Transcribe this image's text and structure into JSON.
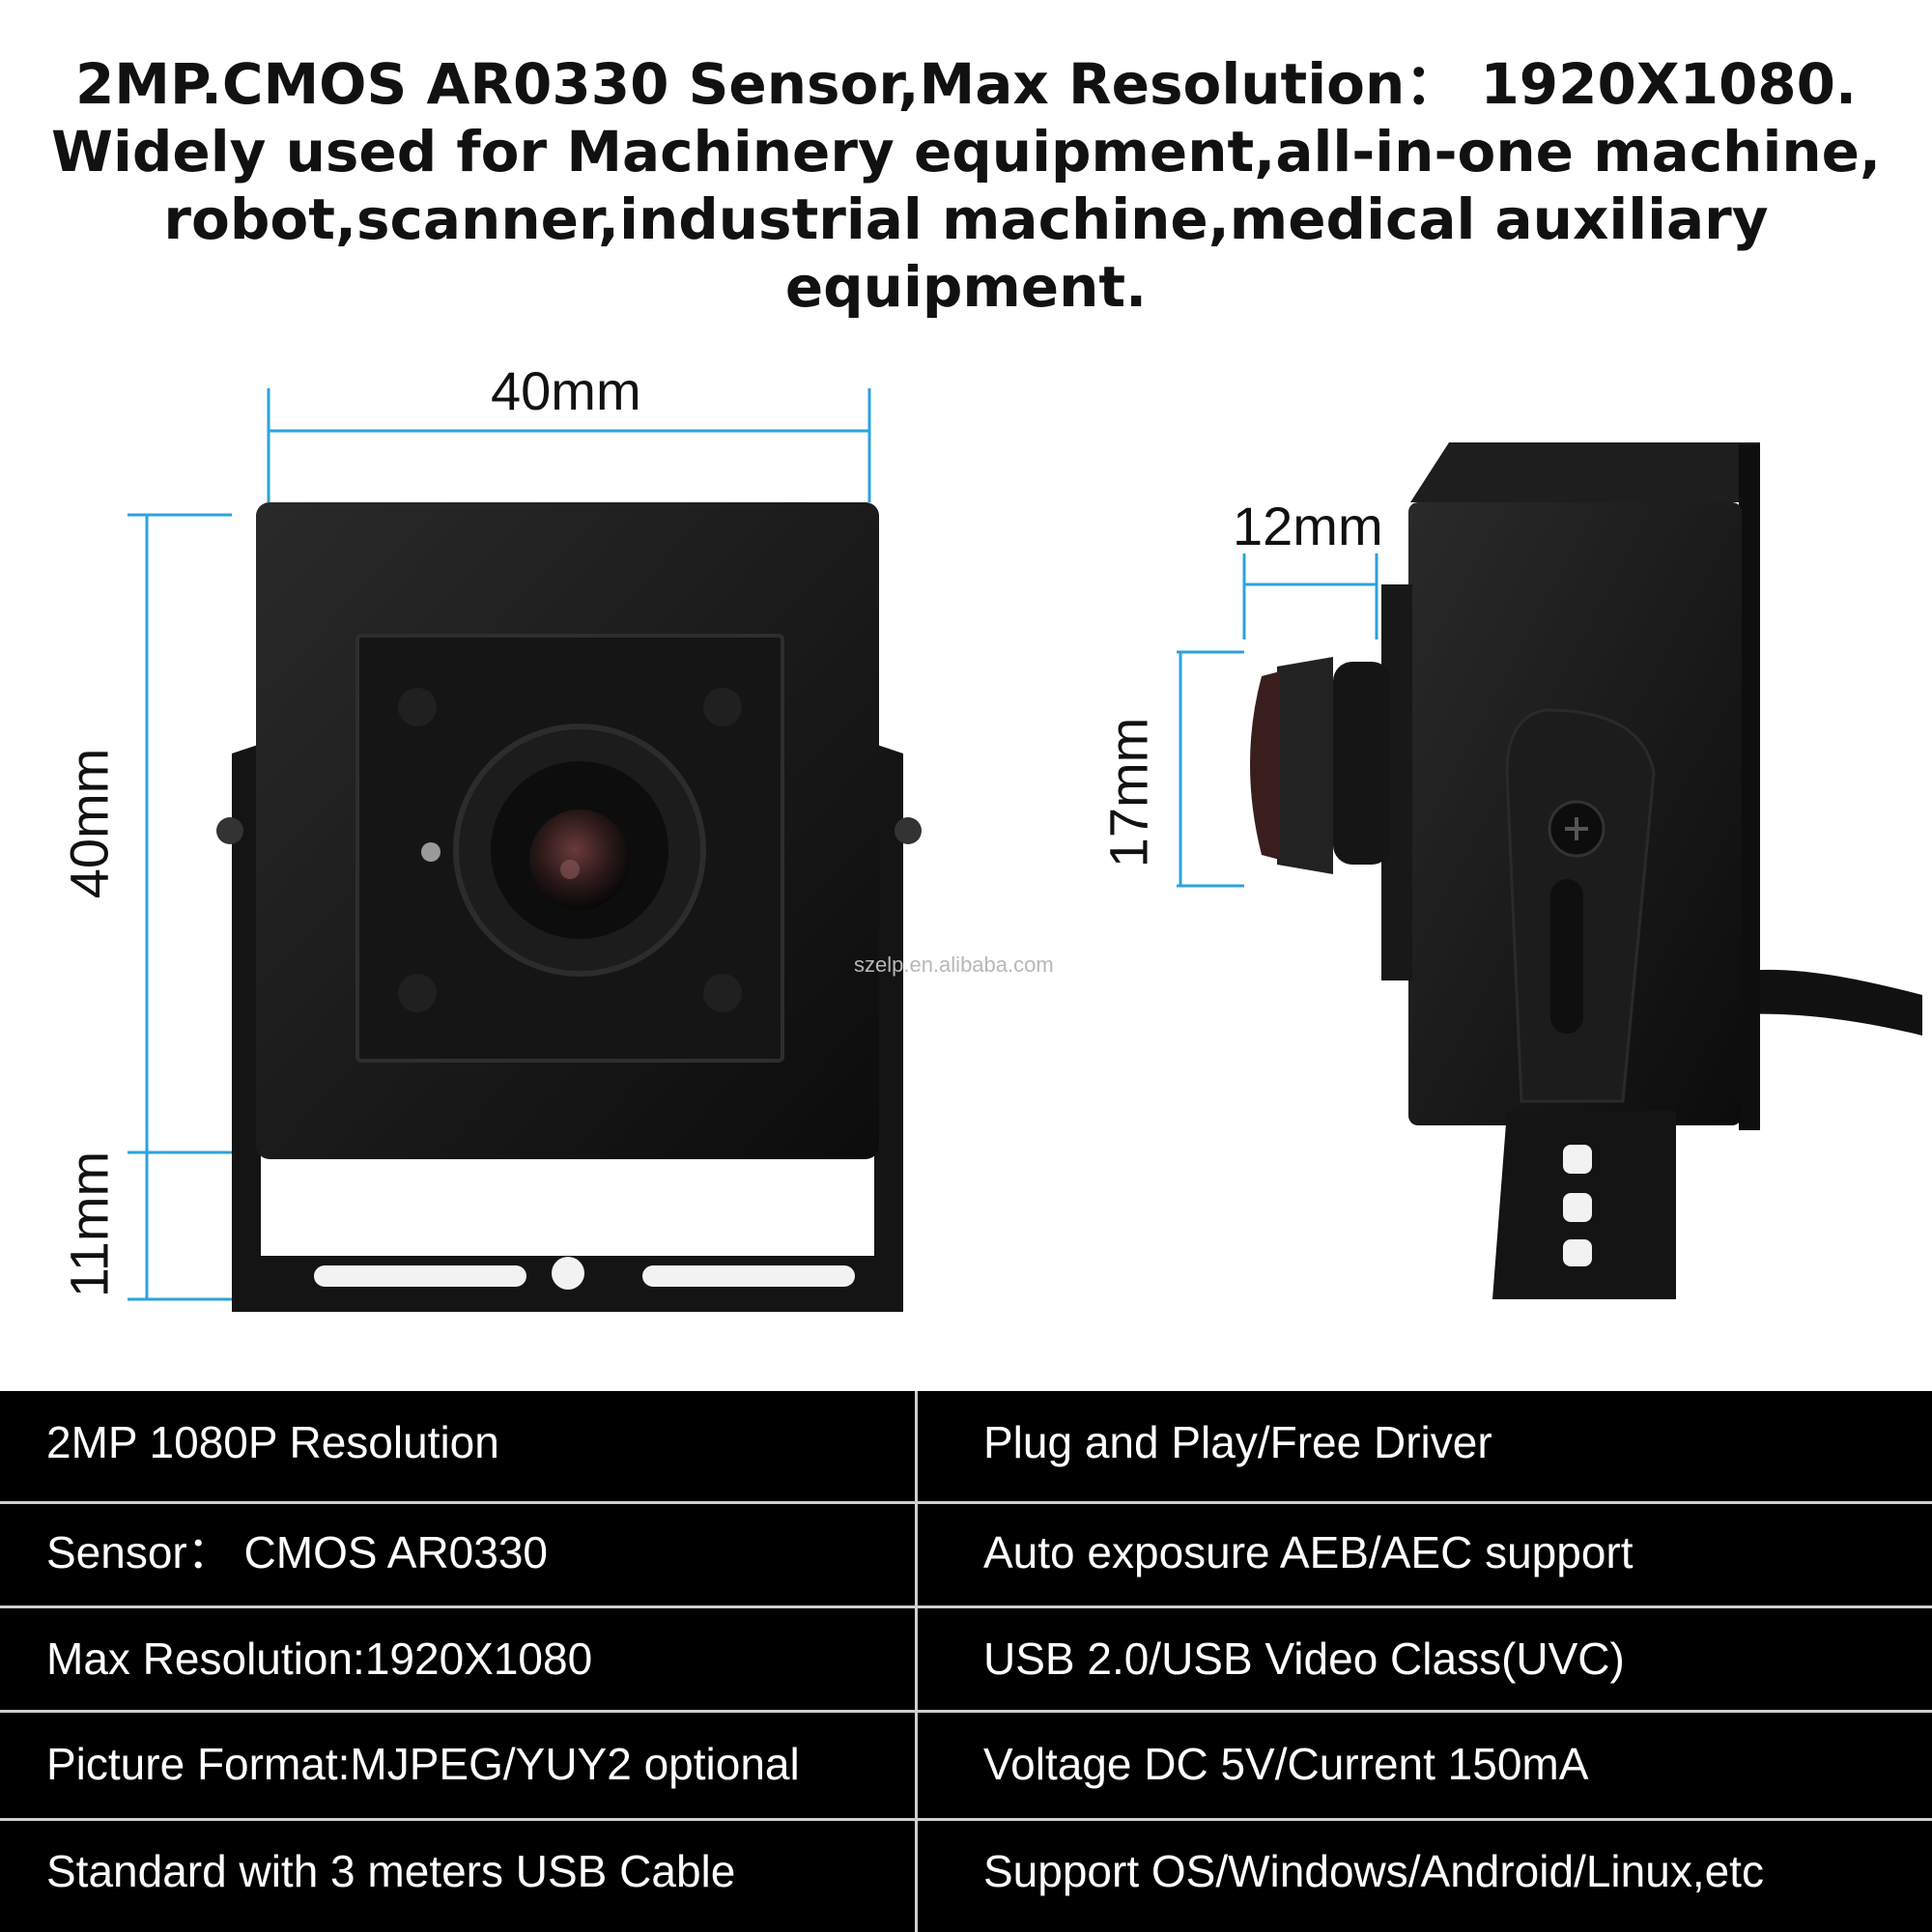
{
  "headline": {
    "line1": "2MP.CMOS AR0330 Sensor,Max Resolution： 1920X1080.",
    "line2": "Widely used for Machinery equipment,all-in-one machine,",
    "line3": "robot,scanner,industrial machine,medical auxiliary",
    "line4": "equipment."
  },
  "dimensions": {
    "front_width": "40mm",
    "front_height": "40mm",
    "bracket_height": "11mm",
    "lens_depth": "12mm",
    "lens_height": "17mm"
  },
  "watermark": "szelp.en.alibaba.com",
  "colors": {
    "dimension_line": "#2aa3dd",
    "camera_body": "#161616",
    "table_background": "#000000",
    "table_text": "#ffffff"
  },
  "specs": [
    {
      "left": "2MP 1080P Resolution",
      "right": "Plug and Play/Free Driver"
    },
    {
      "left": "Sensor： CMOS AR0330",
      "right": "Auto exposure AEB/AEC support"
    },
    {
      "left": "Max Resolution:1920X1080",
      "right": "USB 2.0/USB Video Class(UVC)"
    },
    {
      "left": "Picture Format:MJPEG/YUY2 optional",
      "right": "Voltage DC 5V/Current 150mA"
    },
    {
      "left": "Standard with 3 meters USB Cable",
      "right": "Support OS/Windows/Android/Linux,etc"
    }
  ]
}
